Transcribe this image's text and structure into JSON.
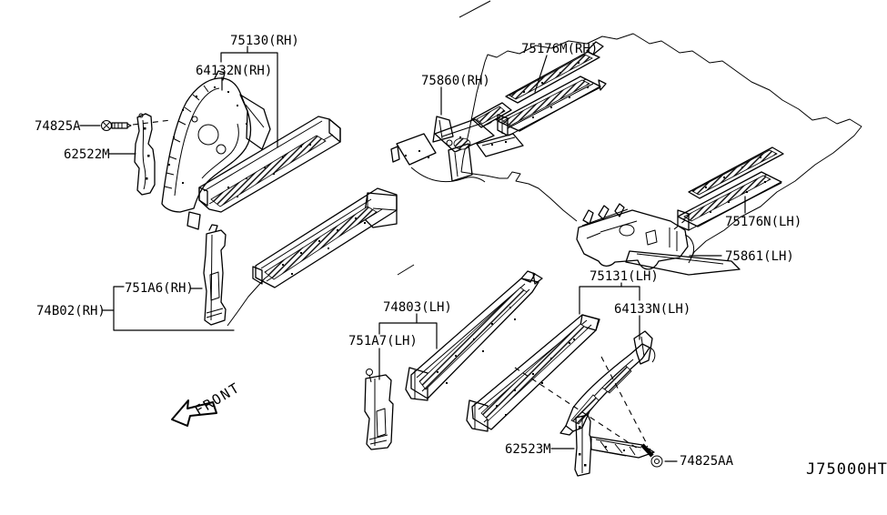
{
  "diagram": {
    "code": "J75000HT",
    "front_label": "FRONT",
    "colors": {
      "line": "#000000",
      "background": "#ffffff"
    },
    "labels": {
      "p75130": "75130(RH)",
      "p64132N": "64132N(RH)",
      "p74825A": "74825A",
      "p62522M": "62522M",
      "p75860": "75860(RH)",
      "p75176M": "75176M(RH)",
      "p75176N": "75176N(LH)",
      "p75861": "75861(LH)",
      "p75131": "75131(LH)",
      "p64133N": "64133N(LH)",
      "p751A6": "751A6(RH)",
      "p74B02": "74B02(RH)",
      "p74803": "74803(LH)",
      "p751A7": "751A7(LH)",
      "p62523M": "62523M",
      "p74825AA": "74825AA"
    }
  }
}
